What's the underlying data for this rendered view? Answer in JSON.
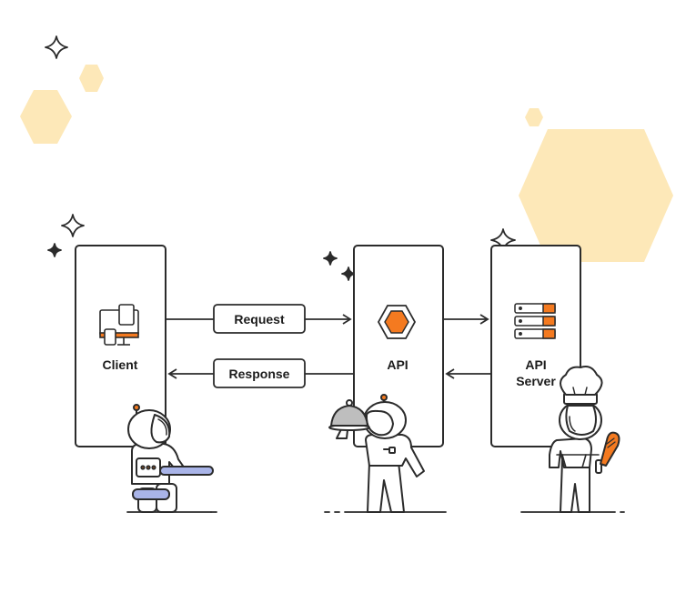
{
  "diagram": {
    "nodes": {
      "client": {
        "label": "Client",
        "icon": "devices-icon"
      },
      "api": {
        "label": "API",
        "icon": "hexagon-icon"
      },
      "api_server": {
        "label_line1": "API",
        "label_line2": "Server",
        "icon": "server-rack-icon"
      }
    },
    "edges": {
      "request": {
        "label": "Request"
      },
      "response": {
        "label": "Response"
      }
    },
    "characters": [
      {
        "role": "client",
        "icon": "astronaut-at-desk-icon"
      },
      {
        "role": "api",
        "icon": "astronaut-waiter-icon"
      },
      {
        "role": "server",
        "icon": "astronaut-chef-icon"
      }
    ]
  },
  "colors": {
    "accent_orange": "#F47A20",
    "hexagon_fill": "#FDE8B8",
    "outline": "#2B2B2B",
    "desk_blue": "#A9B4E8"
  }
}
